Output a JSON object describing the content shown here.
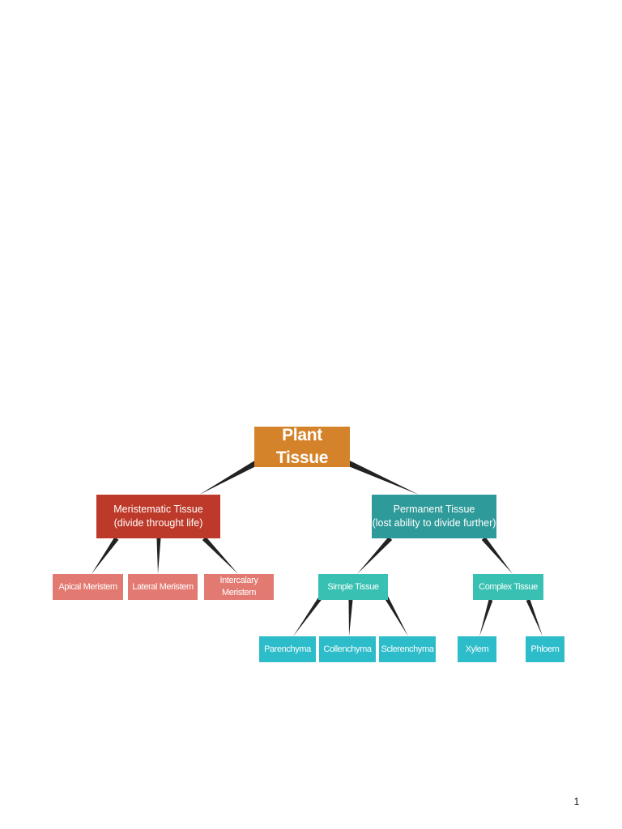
{
  "colors": {
    "root": "#d4832a",
    "meristematic": "#bd3929",
    "meristem_leaf": "#e37a72",
    "permanent": "#2f9a9a",
    "simple_complex": "#38c1b3",
    "bottom_leaf": "#2dbcca",
    "connector": "#222222"
  },
  "diagram": {
    "root": {
      "label": "Plant Tissue"
    },
    "meristematic": {
      "line1": "Meristematic Tissue",
      "line2": "(divide throught life)"
    },
    "permanent": {
      "line1": "Permanent Tissue",
      "line2": "(lost ability to divide further)"
    },
    "meristem_types": [
      "Apical Meristem",
      "Lateral Meristem",
      "Intercalary Meristem"
    ],
    "simple_tissue": {
      "label": "Simple Tissue"
    },
    "complex_tissue": {
      "label": "Complex Tissue"
    },
    "simple_types": [
      "Parenchyma",
      "Collenchyma",
      "Sclerenchyma"
    ],
    "complex_types": [
      "Xylem",
      "Phloem"
    ]
  },
  "page": {
    "number": "1"
  }
}
